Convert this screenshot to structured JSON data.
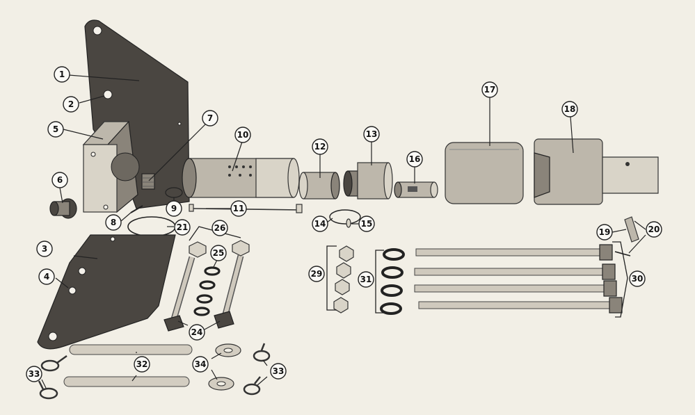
{
  "callouts": {
    "c1": "1",
    "c2": "2",
    "c3": "3",
    "c4": "4",
    "c5": "5",
    "c6": "6",
    "c7": "7",
    "c8": "8",
    "c9": "9",
    "c10": "10",
    "c11": "11",
    "c12": "12",
    "c13": "13",
    "c14": "14",
    "c15": "15",
    "c16": "16",
    "c17": "17",
    "c18": "18",
    "c19": "19",
    "c20": "20",
    "c21": "21",
    "c24": "24",
    "c25": "25",
    "c26": "26",
    "c29": "29",
    "c30": "30",
    "c31": "31",
    "c32": "32",
    "c33a": "33",
    "c33b": "33",
    "c34": "34"
  },
  "colors": {
    "paper": "#f2efe6",
    "metal_dark": "#4a4641",
    "metal_mid": "#8a847a",
    "metal_light": "#bdb7ab",
    "ink": "#222222"
  }
}
